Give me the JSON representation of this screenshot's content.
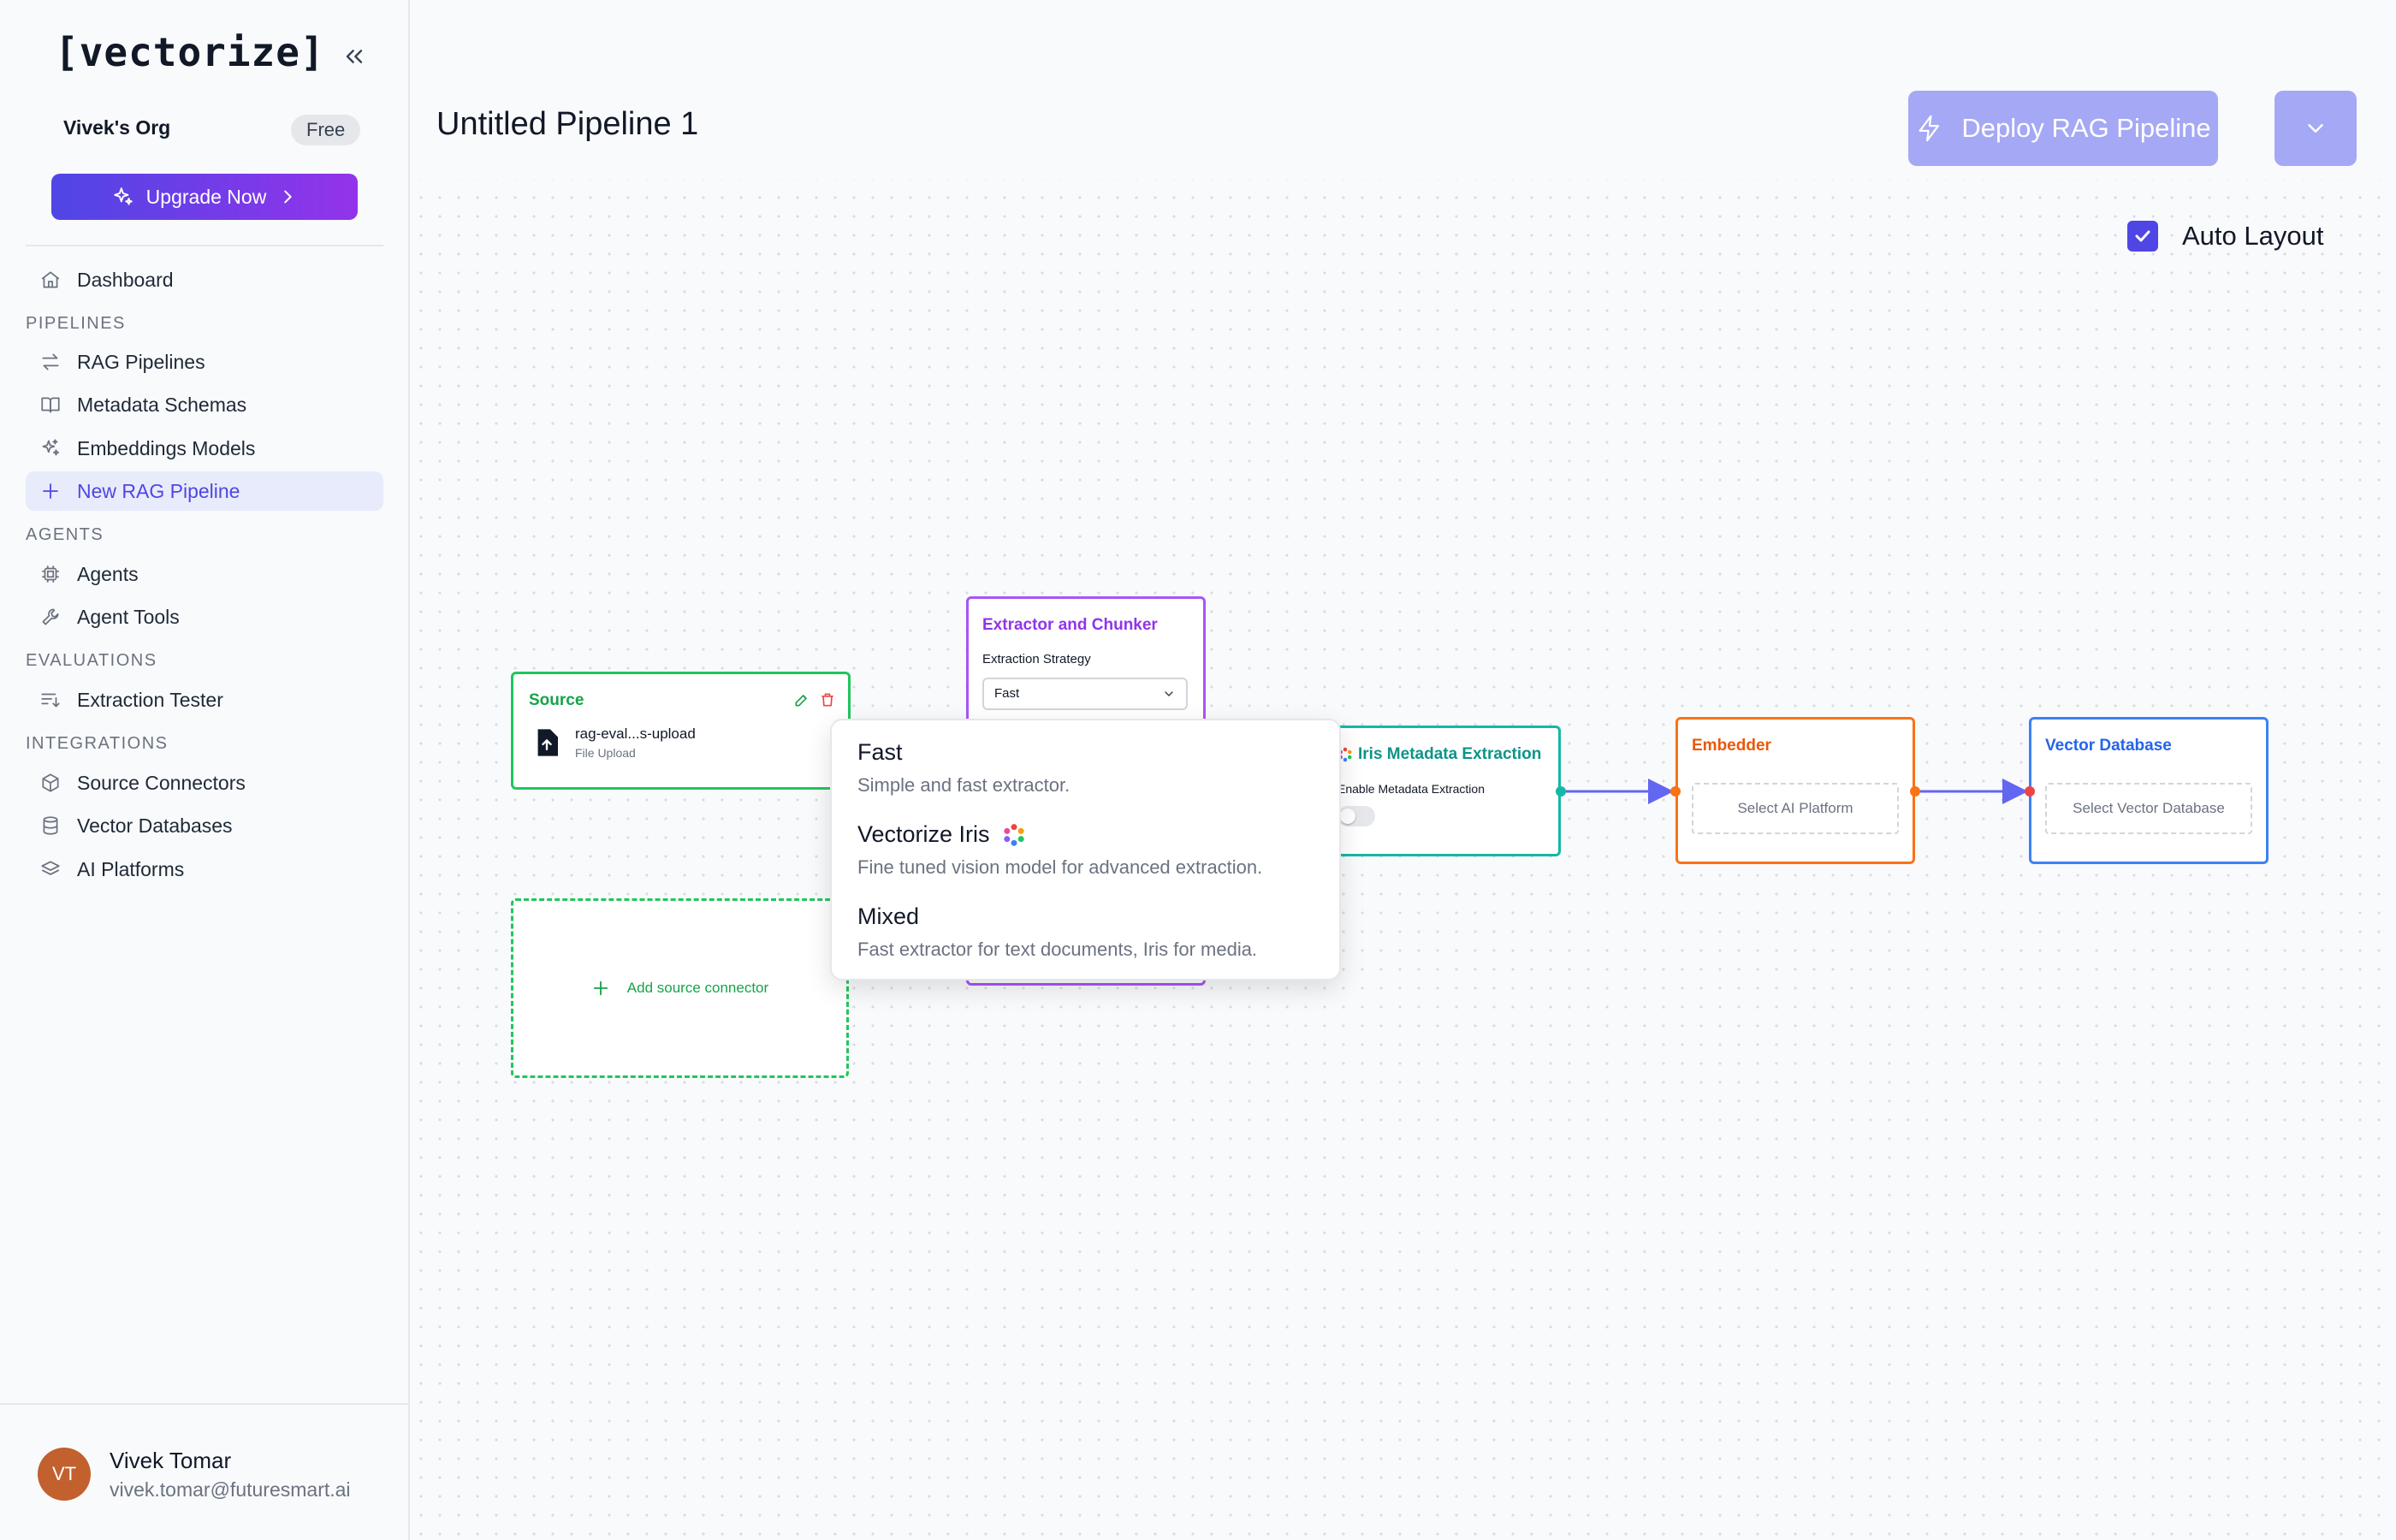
{
  "app": {
    "logo": "[vectorize]",
    "org_name": "Vivek's Org",
    "plan": "Free",
    "upgrade_label": "Upgrade Now"
  },
  "sidebar": {
    "dashboard": "Dashboard",
    "sections": {
      "pipelines": "PIPELINES",
      "agents": "AGENTS",
      "evaluations": "EVALUATIONS",
      "integrations": "INTEGRATIONS"
    },
    "items": {
      "rag_pipelines": "RAG Pipelines",
      "metadata_schemas": "Metadata Schemas",
      "embeddings_models": "Embeddings Models",
      "new_rag_pipeline": "New RAG Pipeline",
      "agents": "Agents",
      "agent_tools": "Agent Tools",
      "extraction_tester": "Extraction Tester",
      "source_connectors": "Source Connectors",
      "vector_databases": "Vector Databases",
      "ai_platforms": "AI Platforms"
    }
  },
  "user": {
    "initials": "VT",
    "name": "Vivek Tomar",
    "email": "vivek.tomar@futuresmart.ai"
  },
  "header": {
    "title": "Untitled Pipeline 1",
    "deploy_label": "Deploy RAG Pipeline",
    "auto_layout_label": "Auto Layout"
  },
  "nodes": {
    "source": {
      "title": "Source",
      "file_name": "rag-eval...s-upload",
      "file_type": "File Upload"
    },
    "add_source": "Add source connector",
    "extractor": {
      "title": "Extractor and Chunker",
      "strategy_label": "Extraction Strategy",
      "strategy_value": "Fast"
    },
    "iris": {
      "title": "Iris Metadata Extraction",
      "toggle_label": "Enable Metadata Extraction"
    },
    "embedder": {
      "title": "Embedder",
      "placeholder": "Select AI Platform"
    },
    "vector_db": {
      "title": "Vector Database",
      "placeholder": "Select Vector Database"
    }
  },
  "strategy_options": [
    {
      "title": "Fast",
      "desc": "Simple and fast extractor."
    },
    {
      "title": "Vectorize Iris",
      "desc": "Fine tuned vision model for advanced extraction."
    },
    {
      "title": "Mixed",
      "desc": "Fast extractor for text documents, Iris for media."
    }
  ],
  "colors": {
    "accent": "#4f46e5",
    "source": "#22c55e",
    "extractor": "#a855f7",
    "iris": "#14b8a6",
    "embedder": "#f97316",
    "vector_db": "#3b82f6"
  }
}
